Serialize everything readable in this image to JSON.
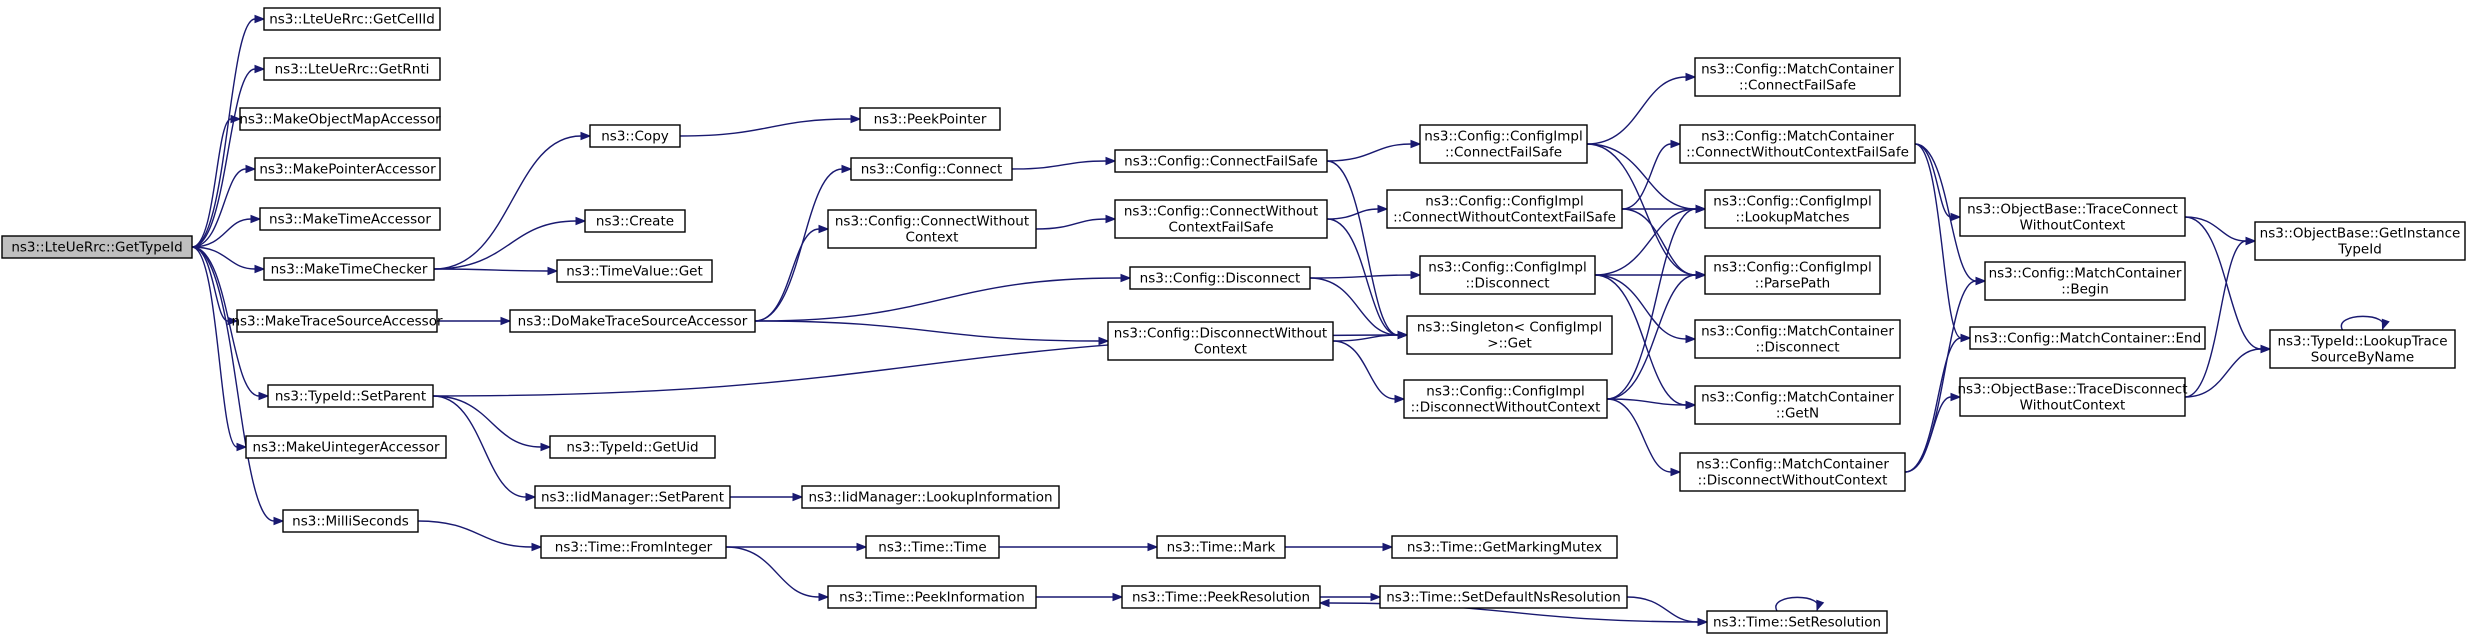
{
  "diagram": {
    "colors": {
      "edge": "#191970",
      "root_fill": "#bfbfbf",
      "node_fill": "#ffffff",
      "border": "#000000"
    },
    "nodes": [
      {
        "id": "root",
        "lines": [
          "ns3::LteUeRrc::GetTypeId"
        ]
      },
      {
        "id": "getcellid",
        "lines": [
          "ns3::LteUeRrc::GetCellId"
        ]
      },
      {
        "id": "getrnti",
        "lines": [
          "ns3::LteUeRrc::GetRnti"
        ]
      },
      {
        "id": "makeobjmap",
        "lines": [
          "ns3::MakeObjectMapAccessor"
        ]
      },
      {
        "id": "makeptr",
        "lines": [
          "ns3::MakePointerAccessor"
        ]
      },
      {
        "id": "maketimeacc",
        "lines": [
          "ns3::MakeTimeAccessor"
        ]
      },
      {
        "id": "maketimechecker",
        "lines": [
          "ns3::MakeTimeChecker"
        ]
      },
      {
        "id": "maketrace",
        "lines": [
          "ns3::MakeTraceSourceAccessor"
        ]
      },
      {
        "id": "typeidsetparent",
        "lines": [
          "ns3::TypeId::SetParent"
        ]
      },
      {
        "id": "makeuint",
        "lines": [
          "ns3::MakeUintegerAccessor"
        ]
      },
      {
        "id": "milliseconds",
        "lines": [
          "ns3::MilliSeconds"
        ]
      },
      {
        "id": "copy",
        "lines": [
          "ns3::Copy"
        ]
      },
      {
        "id": "peekpointer",
        "lines": [
          "ns3::PeekPointer"
        ]
      },
      {
        "id": "create",
        "lines": [
          "ns3::Create"
        ]
      },
      {
        "id": "timevalueget",
        "lines": [
          "ns3::TimeValue::Get"
        ]
      },
      {
        "id": "domaketrace",
        "lines": [
          "ns3::DoMakeTraceSourceAccessor"
        ]
      },
      {
        "id": "getuid",
        "lines": [
          "ns3::TypeId::GetUid"
        ]
      },
      {
        "id": "iidsetparent",
        "lines": [
          "ns3::IidManager::SetParent"
        ]
      },
      {
        "id": "iidlookup",
        "lines": [
          "ns3::IidManager::LookupInformation"
        ]
      },
      {
        "id": "fromint",
        "lines": [
          "ns3::Time::FromInteger"
        ]
      },
      {
        "id": "timetime",
        "lines": [
          "ns3::Time::Time"
        ]
      },
      {
        "id": "peekinfo",
        "lines": [
          "ns3::Time::PeekInformation"
        ]
      },
      {
        "id": "mark",
        "lines": [
          "ns3::Time::Mark"
        ]
      },
      {
        "id": "getmarkingmutex",
        "lines": [
          "ns3::Time::GetMarkingMutex"
        ]
      },
      {
        "id": "peekres",
        "lines": [
          "ns3::Time::PeekResolution"
        ]
      },
      {
        "id": "setdefaultns",
        "lines": [
          "ns3::Time::SetDefaultNsResolution"
        ]
      },
      {
        "id": "setres",
        "lines": [
          "ns3::Time::SetResolution"
        ]
      },
      {
        "id": "cfgconnect",
        "lines": [
          "ns3::Config::Connect"
        ]
      },
      {
        "id": "cfgconnectwoc",
        "lines": [
          "ns3::Config::ConnectWithout",
          "Context"
        ]
      },
      {
        "id": "cfgconnectfs",
        "lines": [
          "ns3::Config::ConnectFailSafe"
        ]
      },
      {
        "id": "cfgconnectwocfs",
        "lines": [
          "ns3::Config::ConnectWithout",
          "ContextFailSafe"
        ]
      },
      {
        "id": "cfgdisconnect",
        "lines": [
          "ns3::Config::Disconnect"
        ]
      },
      {
        "id": "cfgdisconnectwoc",
        "lines": [
          "ns3::Config::DisconnectWithout",
          "Context"
        ]
      },
      {
        "id": "implconnectfs",
        "lines": [
          "ns3::Config::ConfigImpl",
          "::ConnectFailSafe"
        ]
      },
      {
        "id": "implconnectwocfs",
        "lines": [
          "ns3::Config::ConfigImpl",
          "::ConnectWithoutContextFailSafe"
        ]
      },
      {
        "id": "impldisconnect",
        "lines": [
          "ns3::Config::ConfigImpl",
          "::Disconnect"
        ]
      },
      {
        "id": "singletonget",
        "lines": [
          "ns3::Singleton< ConfigImpl",
          ">::Get"
        ]
      },
      {
        "id": "impldisconnectwoc",
        "lines": [
          "ns3::Config::ConfigImpl",
          "::DisconnectWithoutContext"
        ]
      },
      {
        "id": "mcconnectfs",
        "lines": [
          "ns3::Config::MatchContainer",
          "::ConnectFailSafe"
        ]
      },
      {
        "id": "mcconnectwocfs",
        "lines": [
          "ns3::Config::MatchContainer",
          "::ConnectWithoutContextFailSafe"
        ]
      },
      {
        "id": "lookupmatches",
        "lines": [
          "ns3::Config::ConfigImpl",
          "::LookupMatches"
        ]
      },
      {
        "id": "parsepath",
        "lines": [
          "ns3::Config::ConfigImpl",
          "::ParsePath"
        ]
      },
      {
        "id": "mcdisconnect",
        "lines": [
          "ns3::Config::MatchContainer",
          "::Disconnect"
        ]
      },
      {
        "id": "mcgetn",
        "lines": [
          "ns3::Config::MatchContainer",
          "::GetN"
        ]
      },
      {
        "id": "mcdisconnectwoc",
        "lines": [
          "ns3::Config::MatchContainer",
          "::DisconnectWithoutContext"
        ]
      },
      {
        "id": "tracecwoc",
        "lines": [
          "ns3::ObjectBase::TraceConnect",
          "WithoutContext"
        ]
      },
      {
        "id": "mcbegin",
        "lines": [
          "ns3::Config::MatchContainer",
          "::Begin"
        ]
      },
      {
        "id": "mcend",
        "lines": [
          "ns3::Config::MatchContainer::End"
        ]
      },
      {
        "id": "tracedwoc",
        "lines": [
          "ns3::ObjectBase::TraceDisconnect",
          "WithoutContext"
        ]
      },
      {
        "id": "getinstancetid",
        "lines": [
          "ns3::ObjectBase::GetInstance",
          "TypeId"
        ]
      },
      {
        "id": "lookuptrace",
        "lines": [
          "ns3::TypeId::LookupTrace",
          "SourceByName"
        ]
      }
    ],
    "edges": [
      [
        "root",
        "getcellid"
      ],
      [
        "root",
        "getrnti"
      ],
      [
        "root",
        "makeobjmap"
      ],
      [
        "root",
        "makeptr"
      ],
      [
        "root",
        "maketimeacc"
      ],
      [
        "root",
        "maketimechecker"
      ],
      [
        "root",
        "maketrace"
      ],
      [
        "root",
        "typeidsetparent"
      ],
      [
        "root",
        "makeuint"
      ],
      [
        "root",
        "milliseconds"
      ],
      [
        "maketimechecker",
        "copy"
      ],
      [
        "maketimechecker",
        "create"
      ],
      [
        "maketimechecker",
        "timevalueget"
      ],
      [
        "copy",
        "peekpointer"
      ],
      [
        "maketrace",
        "domaketrace"
      ],
      [
        "domaketrace",
        "cfgconnect"
      ],
      [
        "domaketrace",
        "cfgconnectwoc"
      ],
      [
        "domaketrace",
        "cfgdisconnect"
      ],
      [
        "domaketrace",
        "cfgdisconnectwoc"
      ],
      [
        "typeidsetparent",
        "singletonget"
      ],
      [
        "typeidsetparent",
        "getuid"
      ],
      [
        "typeidsetparent",
        "iidsetparent"
      ],
      [
        "iidsetparent",
        "iidlookup"
      ],
      [
        "milliseconds",
        "fromint"
      ],
      [
        "fromint",
        "timetime"
      ],
      [
        "fromint",
        "peekinfo"
      ],
      [
        "timetime",
        "mark"
      ],
      [
        "mark",
        "getmarkingmutex"
      ],
      [
        "peekinfo",
        "peekres"
      ],
      [
        "peekres",
        "setdefaultns"
      ],
      [
        "setdefaultns",
        "setres"
      ],
      [
        "setres",
        "peekres"
      ],
      [
        "setres",
        "setres"
      ],
      [
        "cfgconnect",
        "cfgconnectfs"
      ],
      [
        "cfgconnectwoc",
        "cfgconnectwocfs"
      ],
      [
        "cfgconnectfs",
        "implconnectfs"
      ],
      [
        "cfgconnectfs",
        "singletonget"
      ],
      [
        "cfgconnectwocfs",
        "implconnectwocfs"
      ],
      [
        "cfgconnectwocfs",
        "singletonget"
      ],
      [
        "cfgdisconnect",
        "impldisconnect"
      ],
      [
        "cfgdisconnect",
        "singletonget"
      ],
      [
        "cfgdisconnectwoc",
        "singletonget"
      ],
      [
        "cfgdisconnectwoc",
        "impldisconnectwoc"
      ],
      [
        "implconnectfs",
        "mcconnectfs"
      ],
      [
        "implconnectfs",
        "lookupmatches"
      ],
      [
        "implconnectfs",
        "parsepath"
      ],
      [
        "implconnectwocfs",
        "mcconnectwocfs"
      ],
      [
        "implconnectwocfs",
        "lookupmatches"
      ],
      [
        "implconnectwocfs",
        "parsepath"
      ],
      [
        "impldisconnect",
        "lookupmatches"
      ],
      [
        "impldisconnect",
        "parsepath"
      ],
      [
        "impldisconnect",
        "mcdisconnect"
      ],
      [
        "impldisconnect",
        "mcgetn"
      ],
      [
        "impldisconnectwoc",
        "lookupmatches"
      ],
      [
        "impldisconnectwoc",
        "parsepath"
      ],
      [
        "impldisconnectwoc",
        "mcgetn"
      ],
      [
        "impldisconnectwoc",
        "mcdisconnectwoc"
      ],
      [
        "mcconnectwocfs",
        "tracecwoc"
      ],
      [
        "mcconnectwocfs",
        "mcbegin"
      ],
      [
        "mcconnectwocfs",
        "mcend"
      ],
      [
        "mcdisconnectwoc",
        "mcbegin"
      ],
      [
        "mcdisconnectwoc",
        "mcend"
      ],
      [
        "mcdisconnectwoc",
        "tracedwoc"
      ],
      [
        "tracecwoc",
        "getinstancetid"
      ],
      [
        "tracecwoc",
        "lookuptrace"
      ],
      [
        "tracedwoc",
        "getinstancetid"
      ],
      [
        "tracedwoc",
        "lookuptrace"
      ],
      [
        "lookuptrace",
        "lookuptrace"
      ]
    ]
  }
}
